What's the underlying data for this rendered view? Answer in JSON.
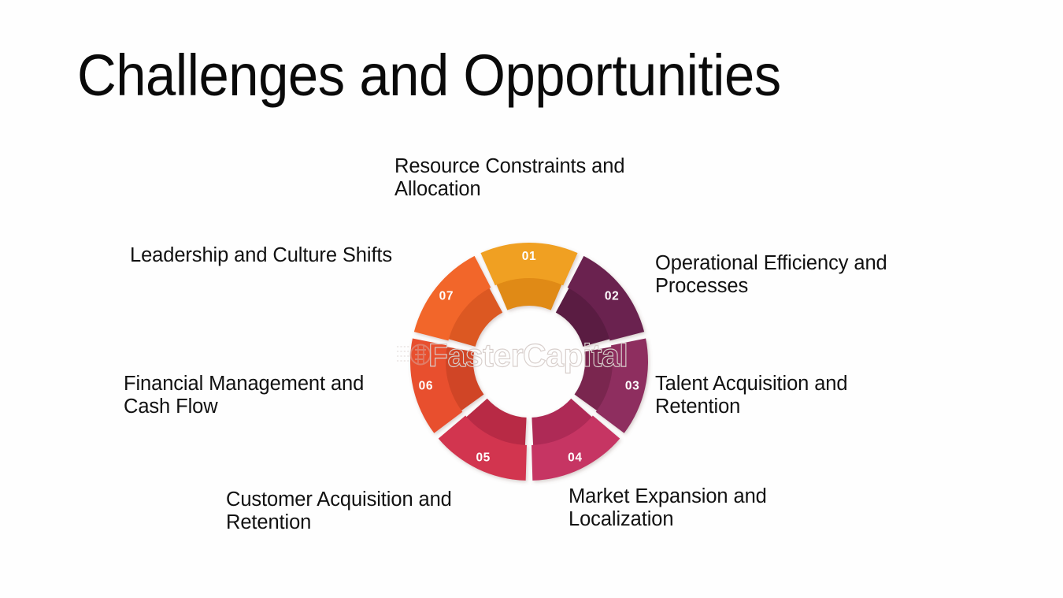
{
  "slide": {
    "title": "Challenges and Opportunities",
    "background_color": "#fefefe",
    "text_color": "#111111"
  },
  "watermark": {
    "text": "FasterCapital",
    "color": "#d8cfcc",
    "icon": "fastercapital-logo-icon"
  },
  "chart_data": {
    "type": "pie",
    "title": "Challenges and Opportunities",
    "variant": "donut",
    "segment_count": 7,
    "equal_segments": true,
    "legend_position": "around-chart",
    "categories": [
      "Resource Constraints and Allocation",
      "Operational Efficiency and Processes",
      "Talent Acquisition and Retention",
      "Market Expansion and Localization",
      "Customer Acquisition and Retention",
      "Financial Management and Cash Flow",
      "Leadership and Culture Shifts"
    ],
    "values": [
      1,
      1,
      1,
      1,
      1,
      1,
      1
    ],
    "numbers": [
      "01",
      "02",
      "03",
      "04",
      "05",
      "06",
      "07"
    ],
    "colors": [
      "#F0A020",
      "#6B2350",
      "#8E2F5E",
      "#C63464",
      "#D23450",
      "#E8502F",
      "#F2662C"
    ],
    "segments": [
      {
        "number": "01",
        "label": "Resource Constraints and Allocation",
        "color": "#F0A020",
        "color_dark": "#E08A12",
        "start_angle": -25.7,
        "end_angle": 25.7
      },
      {
        "number": "02",
        "label": "Operational Efficiency and Processes",
        "color": "#6B2350",
        "color_dark": "#5A1B43",
        "start_angle": 25.7,
        "end_angle": 77.1
      },
      {
        "number": "03",
        "label": "Talent Acquisition and Retention",
        "color": "#8E2F5E",
        "color_dark": "#7A2750",
        "start_angle": 77.1,
        "end_angle": 128.6
      },
      {
        "number": "04",
        "label": "Market Expansion and Localization",
        "color": "#C63464",
        "color_dark": "#AE2C57",
        "start_angle": 128.6,
        "end_angle": 180.0
      },
      {
        "number": "05",
        "label": "Customer Acquisition and Retention",
        "color": "#D23450",
        "color_dark": "#B82C45",
        "start_angle": 180.0,
        "end_angle": 231.4
      },
      {
        "number": "06",
        "label": "Financial Management and Cash Flow",
        "color": "#E8502F",
        "color_dark": "#D04426",
        "start_angle": 231.4,
        "end_angle": 282.9
      },
      {
        "number": "07",
        "label": "Leadership and Culture Shifts",
        "color": "#F2662C",
        "color_dark": "#DC5823",
        "start_angle": 282.9,
        "end_angle": 334.3
      }
    ]
  },
  "labels": {
    "l01": "Resource Constraints and Allocation",
    "l02": "Operational Efficiency and Processes",
    "l03": "Talent Acquisition and Retention",
    "l04": "Market Expansion and Localization",
    "l05": "Customer Acquisition and Retention",
    "l06": "Financial Management and Cash Flow",
    "l07": "Leadership and Culture Shifts"
  }
}
